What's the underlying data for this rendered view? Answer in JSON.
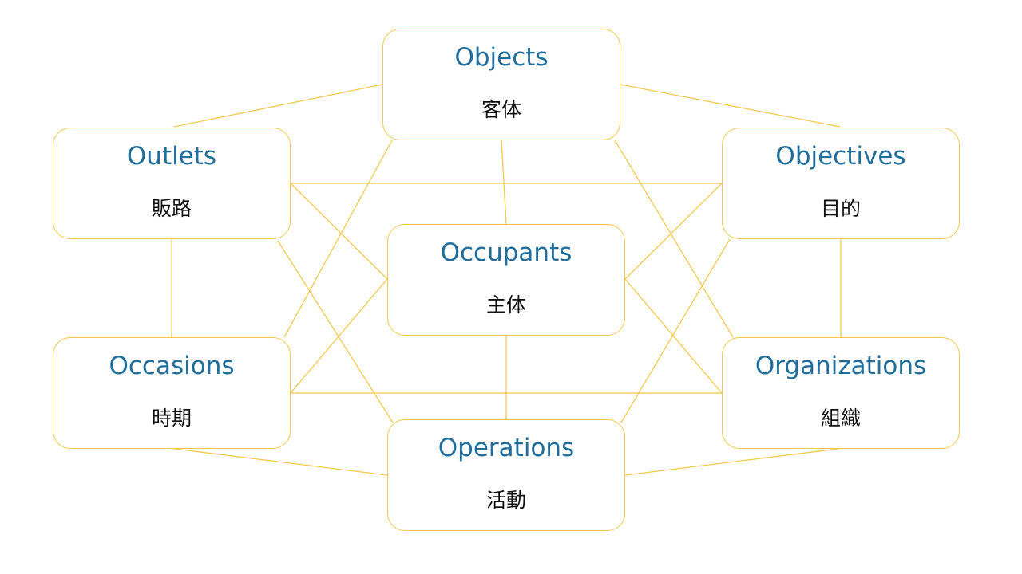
{
  "diagram": {
    "line_color": "#f2c94a",
    "title_color": "#1f6e9c",
    "nodes": {
      "objects": {
        "en": "Objects",
        "ja": "客体"
      },
      "outlets": {
        "en": "Outlets",
        "ja": "販路"
      },
      "objectives": {
        "en": "Objectives",
        "ja": "目的"
      },
      "occupants": {
        "en": "Occupants",
        "ja": "主体"
      },
      "occasions": {
        "en": "Occasions",
        "ja": "時期"
      },
      "organizations": {
        "en": "Organizations",
        "ja": "組織"
      },
      "operations": {
        "en": "Operations",
        "ja": "活動"
      }
    }
  }
}
